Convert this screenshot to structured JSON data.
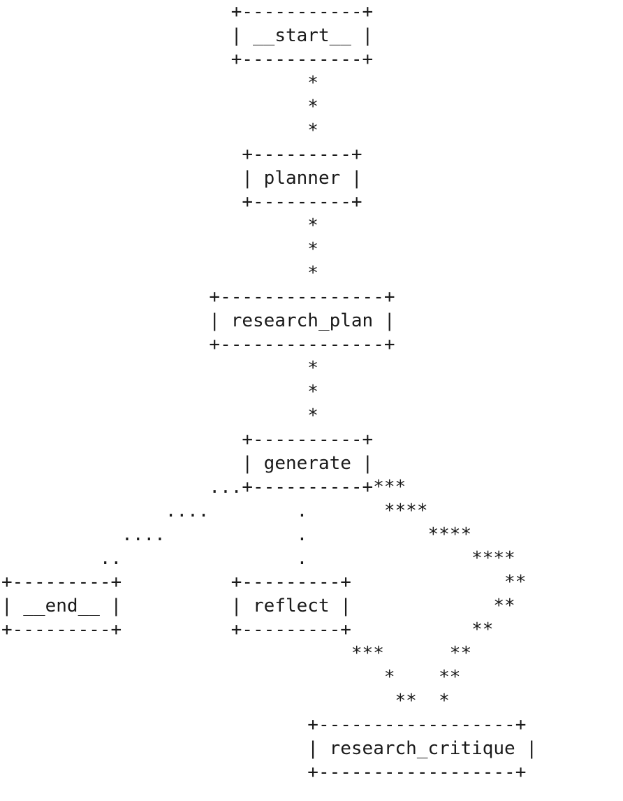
{
  "diagram": {
    "lines": [
      "                     +-----------+          ",
      "                     | __start__ |          ",
      "                     +-----------+          ",
      "                            *               ",
      "                            *               ",
      "                            *               ",
      "                      +---------+           ",
      "                      | planner |           ",
      "                      +---------+           ",
      "                            *               ",
      "                            *               ",
      "                            *               ",
      "                   +---------------+        ",
      "                   | research_plan |        ",
      "                   +---------------+        ",
      "                            *               ",
      "                            *               ",
      "                            *               ",
      "                      +----------+          ",
      "                      | generate |          ",
      "                   ...+----------+***       ",
      "               ....        .       ****     ",
      "           ....            .           **** ",
      "         ..                .               ****",
      "+---------+          +---------+              **",
      "| __end__ |          | reflect |             ** ",
      "+---------+          +---------+           **  ",
      "                                ***      **    ",
      "                                   *    **     ",
      "                                    **  *      ",
      "                            +------------------+",
      "                            | research_critique |",
      "                            +------------------+"
    ]
  }
}
